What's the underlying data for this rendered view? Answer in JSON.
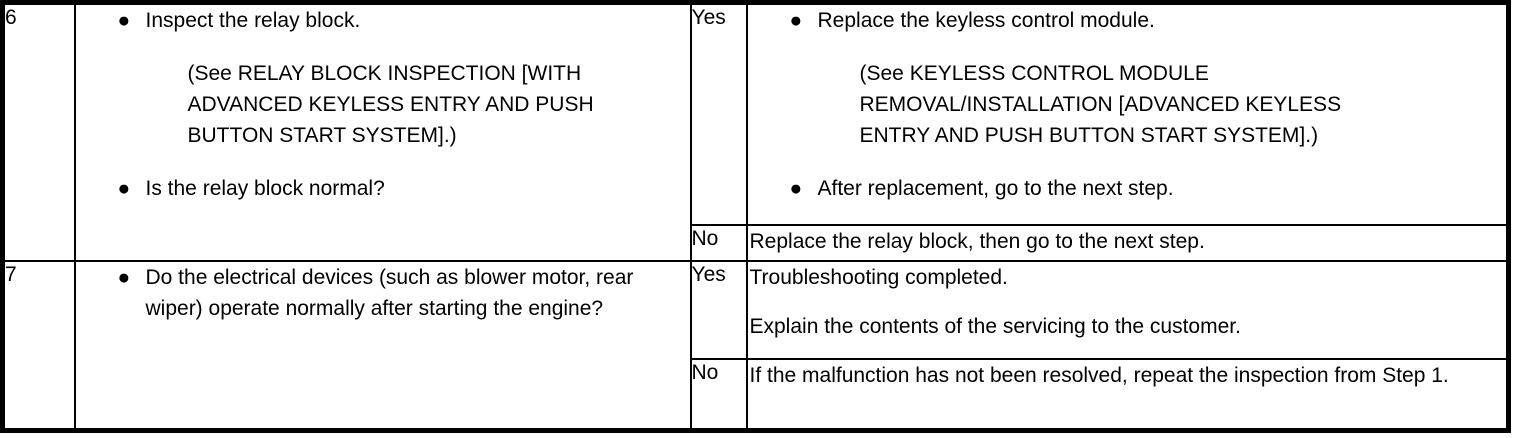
{
  "document": {
    "type": "diagnostic-troubleshooting-table",
    "bullet_glyph": "●",
    "columns": {
      "step": "",
      "description": "",
      "answer": "",
      "action": ""
    }
  },
  "rows": [
    {
      "step": "6",
      "description": {
        "bullets": [
          "Inspect the relay block.",
          "Is the relay block normal?"
        ],
        "reference_lines": [
          "(See RELAY BLOCK INSPECTION [WITH",
          "ADVANCED KEYLESS ENTRY AND PUSH",
          "BUTTON START SYSTEM].)"
        ]
      },
      "answers": [
        {
          "label": "Yes",
          "bullets": [
            "Replace the keyless control module.",
            "After replacement, go to the next step."
          ],
          "reference_lines": [
            "(See KEYLESS CONTROL MODULE",
            "REMOVAL/INSTALLATION [ADVANCED KEYLESS",
            "ENTRY AND PUSH BUTTON START SYSTEM].)"
          ]
        },
        {
          "label": "No",
          "paragraphs": [
            "Replace the relay block, then go to the next step."
          ]
        }
      ]
    },
    {
      "step": "7",
      "description": {
        "bullets": [
          "Do the electrical devices (such as blower motor, rear wiper) operate normally after starting the engine?"
        ]
      },
      "answers": [
        {
          "label": "Yes",
          "paragraphs": [
            "Troubleshooting completed.",
            "Explain the contents of the servicing to the customer."
          ]
        },
        {
          "label": "No",
          "paragraphs": [
            "If the malfunction has not been resolved, repeat the inspection from Step 1."
          ]
        }
      ]
    }
  ]
}
